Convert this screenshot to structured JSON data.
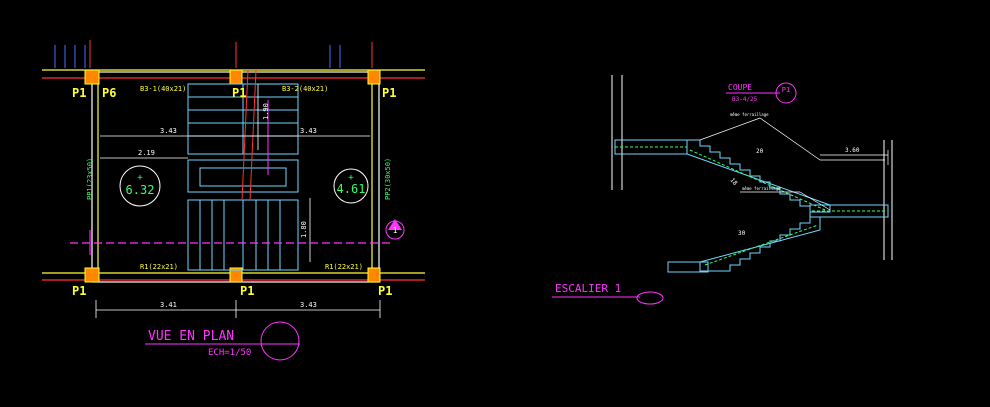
{
  "plan": {
    "pillars": {
      "top_left": "P1",
      "top_left2": "P6",
      "top_mid": "P1",
      "top_right": "P1",
      "bot_left": "P1",
      "bot_mid": "P1",
      "bot_right": "P1"
    },
    "beams": {
      "top_left": "B3-1(40x21)",
      "top_right": "B3-2(40x21)",
      "bot_left": "R1(22x21)",
      "bot_right": "R1(22x21)",
      "side_left": "PP1(23x50)",
      "side_right": "PP2(30x50)"
    },
    "dims": {
      "span_left": "3.43",
      "span_right": "3.43",
      "inner": "2.19",
      "vert_top": "1.90",
      "vert_bot": "1.80",
      "bottom_left": "3.41",
      "bottom_right": "3.43"
    },
    "levels": {
      "left": "6.32",
      "right": "4.61"
    },
    "title": "VUE EN PLAN",
    "scale": "ECH=1/50",
    "section_mark": "1"
  },
  "section": {
    "title": "ESCALIER 1",
    "coupe_label": "COUPE",
    "coupe_ref": "P1",
    "coupe_sub": "B3-4/25",
    "dims": {
      "top": "3.60",
      "riser_a": "18",
      "riser_b": "20",
      "tread": "30"
    },
    "notes": {
      "rebar_top": "même ferraillage",
      "rebar_mid": "même ferraillage"
    }
  },
  "colors": {
    "bg": "#000000",
    "wall": "#ffffff",
    "beam": "#ff3333",
    "stair": "#6fd6ff",
    "text": "#ffff33",
    "accent": "#ff33ff",
    "green": "#33ff66",
    "cyan": "#33ffff"
  }
}
